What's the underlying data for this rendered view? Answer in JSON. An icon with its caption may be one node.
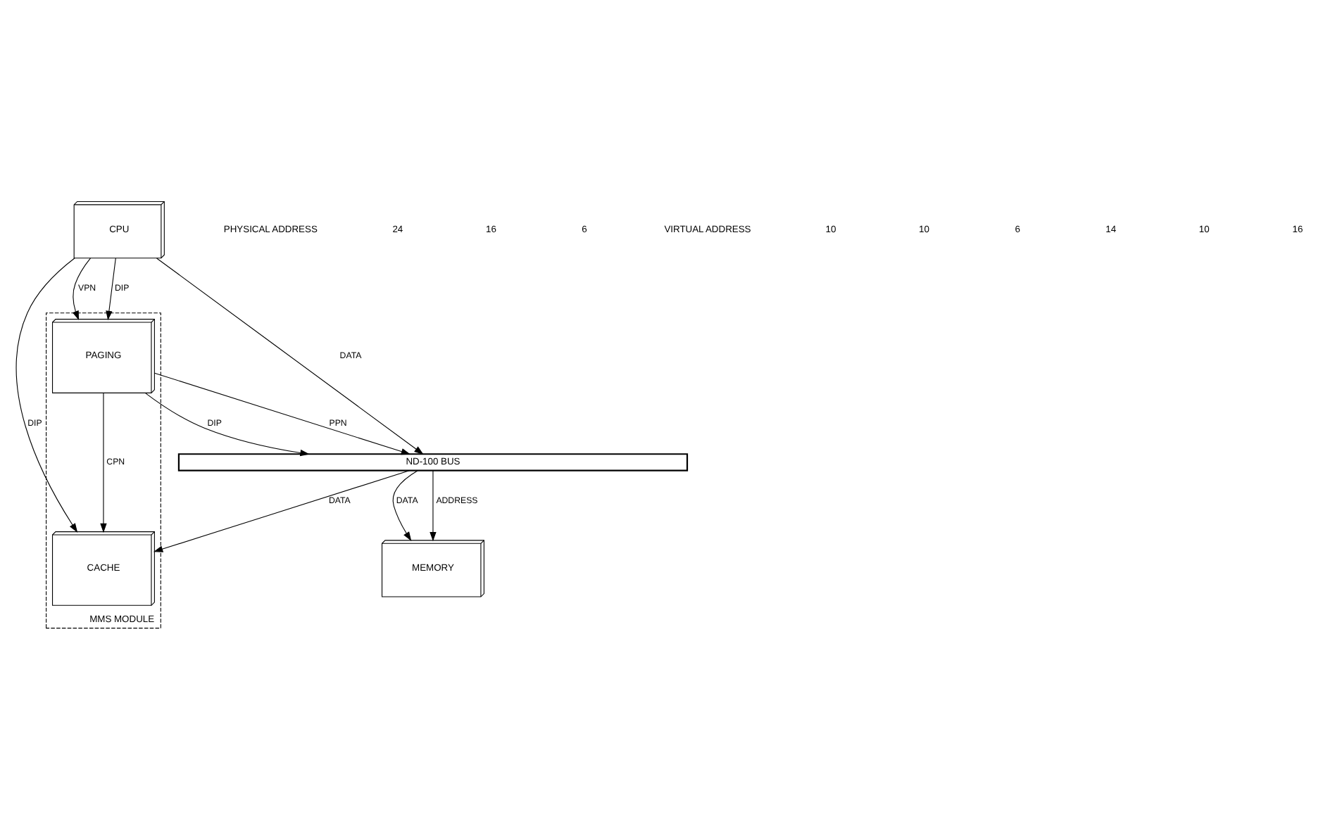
{
  "diagram": {
    "nodes": [
      {
        "text": [
          "ND-100 BUS"
        ]
      },
      {
        "text": [
          "CPU"
        ]
      },
      {
        "text": [
          "MMS MODULE"
        ]
      },
      {
        "text": [
          "PAGING"
        ],
        "in": 2
      },
      {
        "text": [
          "CACHE"
        ],
        "in": 2
      },
      {
        "text": [
          "MEMORY"
        ]
      }
    ],
    "edges": [
      {
        "from": 1,
        "to": 0,
        "arrow": "to",
        "label": "DATA"
      },
      {
        "from": 1,
        "to": 3,
        "arrow": "to",
        "label": "DIP"
      },
      {
        "from": 1,
        "to": 3,
        "arrow": "to",
        "label": "VPN"
      },
      {
        "from": 1,
        "to": 4,
        "arrow": "to",
        "label": "DIP"
      },
      {
        "from": 3,
        "to": 0,
        "arrow": "to",
        "label": "DIP"
      },
      {
        "from": 3,
        "to": 0,
        "arrow": "to",
        "label": "PPN"
      },
      {
        "from": 3,
        "to": 4,
        "arrow": "to",
        "label": "CPN"
      },
      {
        "from": 0,
        "to": 4,
        "arrow": "to",
        "label": "DATA"
      },
      {
        "from": 0,
        "to": 5,
        "arrow": "to",
        "label": "ADDRESS"
      },
      {
        "from": 0,
        "to": 5,
        "arrow": "to",
        "label": "DATA"
      }
    ],
    "labels": [
      "PHYSICAL ADDRESS",
      "24",
      "16",
      "6",
      "VIRTUAL ADDRESS",
      "10",
      "10",
      "6",
      "14",
      "10",
      "16"
    ]
  }
}
